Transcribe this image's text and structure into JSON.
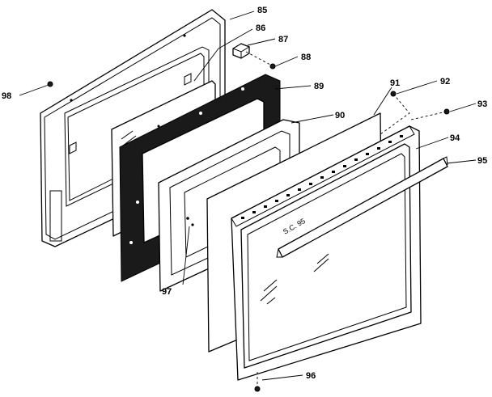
{
  "callouts": {
    "c85": "85",
    "c86": "86",
    "c87": "87",
    "c88": "88",
    "c89": "89",
    "c90": "90",
    "c91": "91",
    "c92": "92",
    "c93": "93",
    "c94": "94",
    "c95": "95",
    "c96": "96",
    "c97": "97",
    "c98": "98"
  },
  "glass_marking": "S.C. 95",
  "icons": [
    "screw-icon",
    "bracket-icon"
  ]
}
